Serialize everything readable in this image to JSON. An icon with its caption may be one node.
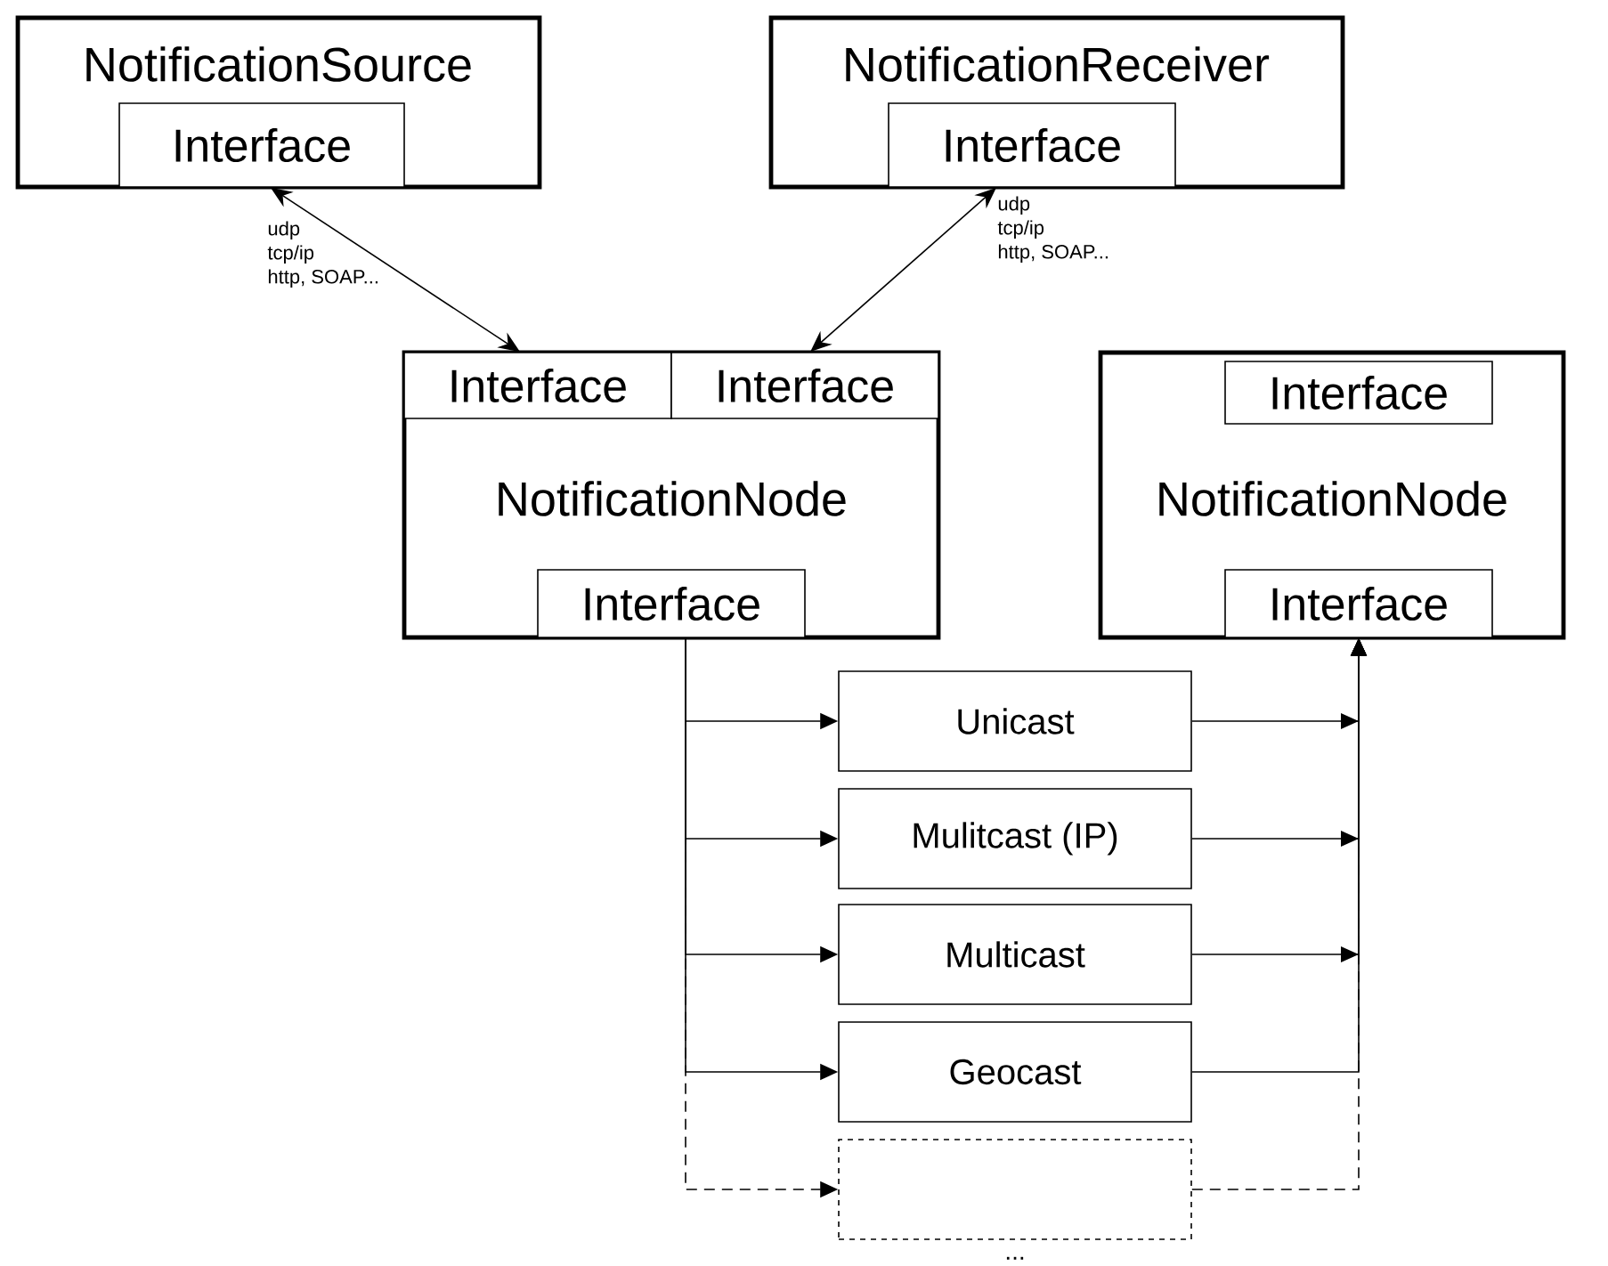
{
  "diagram": {
    "nodes": [
      {
        "text": [
          "NotificationSource"
        ]
      },
      {
        "text": [
          "Interface"
        ],
        "in": 0
      },
      {
        "text": [
          "NotificationReceiver"
        ]
      },
      {
        "text": [
          "Interface"
        ],
        "in": 2
      },
      {
        "text": [
          "NotificationNode"
        ]
      },
      {
        "text": [
          "Interface"
        ],
        "in": 4
      },
      {
        "text": [
          "Interface"
        ],
        "in": 4
      },
      {
        "text": [
          "Interface"
        ],
        "in": 4
      },
      {
        "text": [
          "NotificationNode"
        ]
      },
      {
        "text": [
          "Interface"
        ],
        "in": 8
      },
      {
        "text": [
          "Interface"
        ],
        "in": 8
      },
      {
        "text": [
          "Unicast"
        ]
      },
      {
        "text": [
          "Mulitcast (IP)"
        ]
      },
      {
        "text": [
          "Multicast"
        ]
      },
      {
        "text": [
          "Geocast"
        ]
      },
      {
        "text": [],
        "shape": "box",
        "beside": [
          "..."
        ]
      }
    ],
    "edges": [
      {
        "from": 1,
        "to": 5,
        "arrow": "both",
        "label": "udp tcp/ip http, SOAP..."
      },
      {
        "from": 3,
        "to": 6,
        "arrow": "both",
        "label": "udp tcp/ip http, SOAP..."
      },
      {
        "from": 7,
        "to": 11,
        "arrow": "to"
      },
      {
        "from": 7,
        "to": 12,
        "arrow": "to"
      },
      {
        "from": 7,
        "to": 13,
        "arrow": "to"
      },
      {
        "from": 7,
        "to": 14,
        "arrow": "to"
      },
      {
        "from": 7,
        "to": 15,
        "arrow": "to",
        "style": "dashed"
      },
      {
        "from": 11,
        "to": 10,
        "arrow": "to"
      },
      {
        "from": 12,
        "to": 10,
        "arrow": "to"
      },
      {
        "from": 13,
        "to": 10,
        "arrow": "to"
      },
      {
        "from": 14,
        "to": 10,
        "arrow": "to"
      },
      {
        "from": 15,
        "to": 10,
        "arrow": "to",
        "style": "dashed"
      }
    ]
  }
}
